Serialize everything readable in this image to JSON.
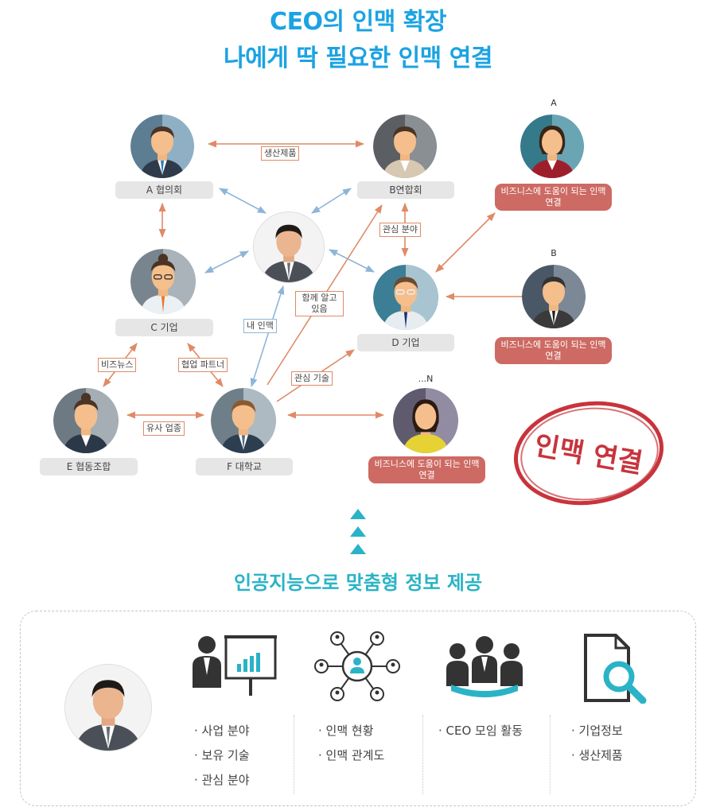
{
  "titles": {
    "line1": "CEO의 인맥 확장",
    "line2": "나에게 딱 필요한 인맥 연결"
  },
  "nodes": {
    "a": "A 협의회",
    "b": "B연합회",
    "c": "C 기업",
    "d": "D 기업",
    "e": "E 협동조합",
    "f": "F 대학교"
  },
  "corner_labels": {
    "a": "A",
    "b": "B",
    "n": "...N"
  },
  "recommend_label": "비즈니스에 도움이 되는 인맥 연결",
  "edge_labels": {
    "a_b": "생산제품",
    "b_d": "관심 분야",
    "c_e": "비즈뉴스",
    "c_f": "협업 파트너",
    "ceo_f": "내 인맥",
    "f_b": "함께 알고있음",
    "f_d": "관심 기술",
    "e_f": "유사 업종"
  },
  "stamp_text": "인맥 연결",
  "subtitle": "인공지능으로 맞춤형 정보 제공",
  "features": [
    {
      "icon": "presentation-icon",
      "items": [
        "· 사업 분야",
        "· 보유 기술",
        "· 관심 분야"
      ]
    },
    {
      "icon": "network-icon",
      "items": [
        "· 인맥 현황",
        "· 인맥 관계도"
      ]
    },
    {
      "icon": "meeting-group-icon",
      "items": [
        "· CEO 모임 활동"
      ]
    },
    {
      "icon": "document-search-icon",
      "items": [
        "· 기업정보",
        "· 생산제품"
      ]
    }
  ],
  "colors": {
    "title": "#1ba3e2",
    "subtitle": "#2ab3c6",
    "orange_link": "#e08a66",
    "blue_link": "#8eb5d8",
    "recommend": "#cd6a63",
    "stamp": "#c8343c",
    "icon_dark": "#333333",
    "icon_teal": "#2ab3c6"
  }
}
